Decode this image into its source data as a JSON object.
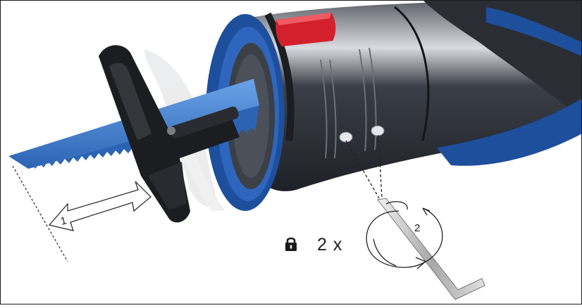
{
  "figure": {
    "step_1_label": "1",
    "step_2_label": "2",
    "repeat_count": "2 x",
    "lock_icon": "padlock-icon"
  },
  "colors": {
    "tool_body": "#2b2f36",
    "tool_accent_blue": "#1d4f9c",
    "trigger_red": "#d3202c",
    "blade_blue": "#3f7fcf",
    "shoe_black": "#1c1d21"
  }
}
